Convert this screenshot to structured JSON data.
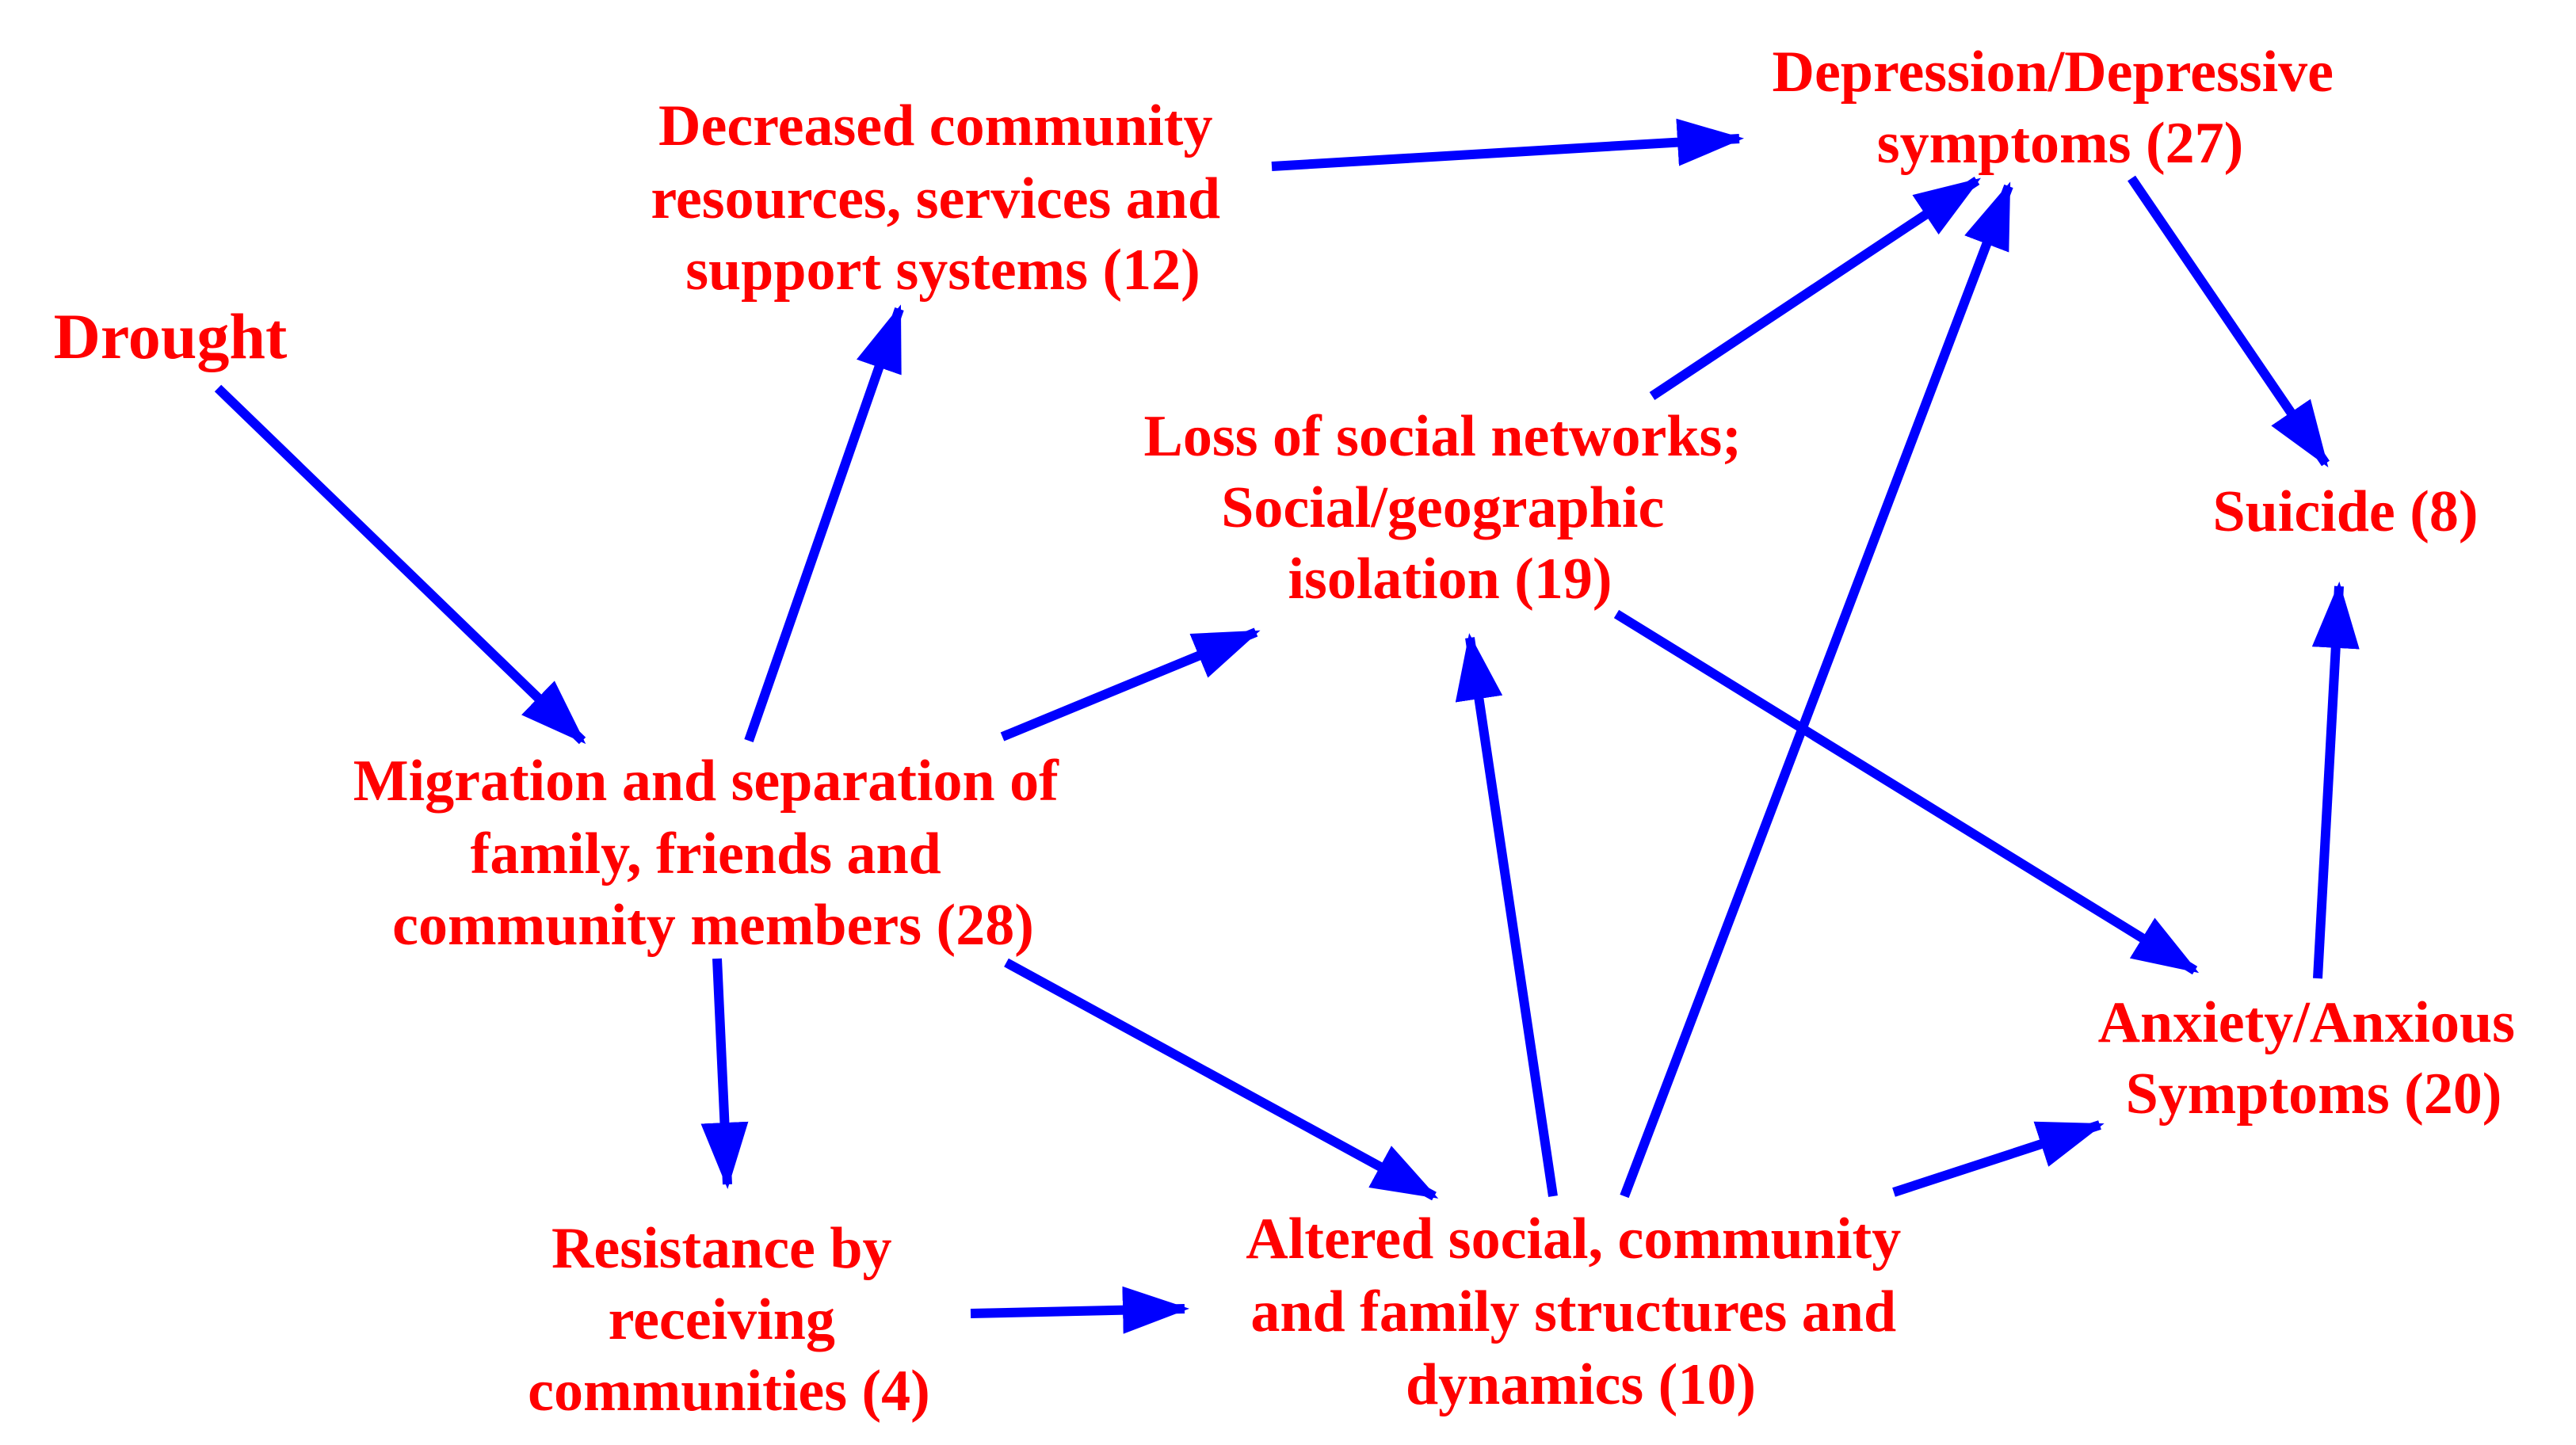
{
  "colors": {
    "node_text": "#ff0000",
    "arrow": "#0000ff",
    "background": "#ffffff"
  },
  "nodes": {
    "drought": {
      "lines": [
        "Drought"
      ]
    },
    "decreased_resources": {
      "lines": [
        "Decreased community",
        "resources, services and",
        "support systems (12)"
      ]
    },
    "depression": {
      "lines": [
        "Depression/Depressive",
        "symptoms (27)"
      ]
    },
    "loss_networks": {
      "lines": [
        "Loss of social networks;",
        "Social/geographic",
        "isolation (19)"
      ]
    },
    "suicide": {
      "lines": [
        "Suicide (8)"
      ]
    },
    "migration": {
      "lines": [
        "Migration and separation of",
        "family, friends and",
        "community members (28)"
      ]
    },
    "anxiety": {
      "lines": [
        "Anxiety/Anxious",
        "Symptoms (20)"
      ]
    },
    "resistance": {
      "lines": [
        "Resistance by",
        "receiving",
        "communities (4)"
      ]
    },
    "altered_structures": {
      "lines": [
        "Altered social, community",
        "and family structures and",
        "dynamics (10)"
      ]
    }
  },
  "edges": [
    {
      "from": "drought",
      "to": "migration"
    },
    {
      "from": "migration",
      "to": "decreased_resources"
    },
    {
      "from": "decreased_resources",
      "to": "depression"
    },
    {
      "from": "migration",
      "to": "loss_networks"
    },
    {
      "from": "loss_networks",
      "to": "depression"
    },
    {
      "from": "depression",
      "to": "suicide"
    },
    {
      "from": "loss_networks",
      "to": "anxiety"
    },
    {
      "from": "altered_structures",
      "to": "loss_networks"
    },
    {
      "from": "altered_structures",
      "to": "depression"
    },
    {
      "from": "migration",
      "to": "altered_structures"
    },
    {
      "from": "migration",
      "to": "resistance"
    },
    {
      "from": "resistance",
      "to": "altered_structures"
    },
    {
      "from": "altered_structures",
      "to": "anxiety"
    },
    {
      "from": "anxiety",
      "to": "suicide"
    }
  ]
}
